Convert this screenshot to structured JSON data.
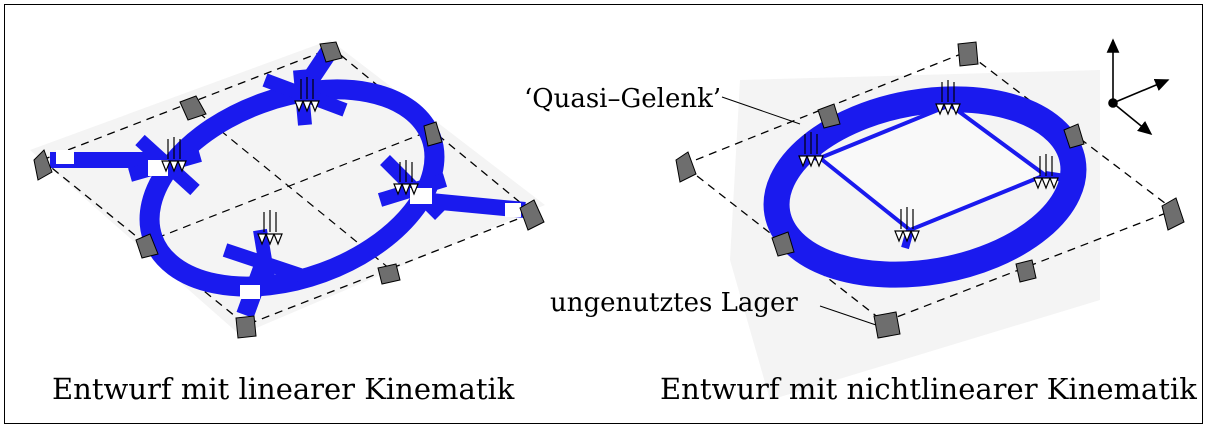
{
  "captions": {
    "left": "Entwurf mit linearer Kinematik",
    "right": "Entwurf mit nichtlinearer Kinematik"
  },
  "annotations": {
    "quasi_gelenk": "‘Quasi–Gelenk’",
    "unused_support": "ungenutztes Lager"
  },
  "colors": {
    "material": "#1a1aee",
    "support_dark": "#6e6e6e",
    "support_light": "#d8d8d8",
    "frame": "#000000"
  }
}
